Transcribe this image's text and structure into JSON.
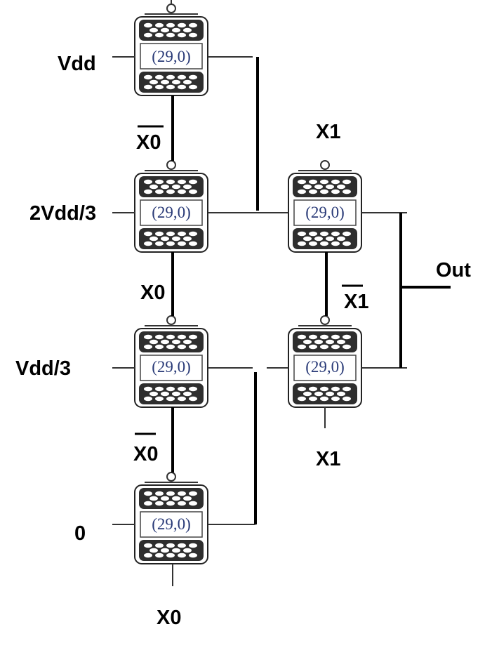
{
  "transistors": [
    {
      "id": "t1",
      "chirality": "(29,0)"
    },
    {
      "id": "t2",
      "chirality": "(29,0)"
    },
    {
      "id": "t3",
      "chirality": "(29,0)"
    },
    {
      "id": "t4",
      "chirality": "(29,0)"
    },
    {
      "id": "t5",
      "chirality": "(29,0)"
    },
    {
      "id": "t6",
      "chirality": "(29,0)"
    }
  ],
  "inputs": {
    "vdd": "Vdd",
    "two_thirds": "2Vdd/3",
    "one_third": "Vdd/3",
    "zero": "0"
  },
  "gates": {
    "g1": "X0",
    "g2": "X0",
    "g3": "X0",
    "g4": "X0",
    "g5_top": "X1",
    "g5_mid": "X1",
    "g6_bottom": "X1"
  },
  "overbars": {
    "g1": true,
    "g2": false,
    "g3": true,
    "g5_mid": true
  },
  "output": "Out"
}
